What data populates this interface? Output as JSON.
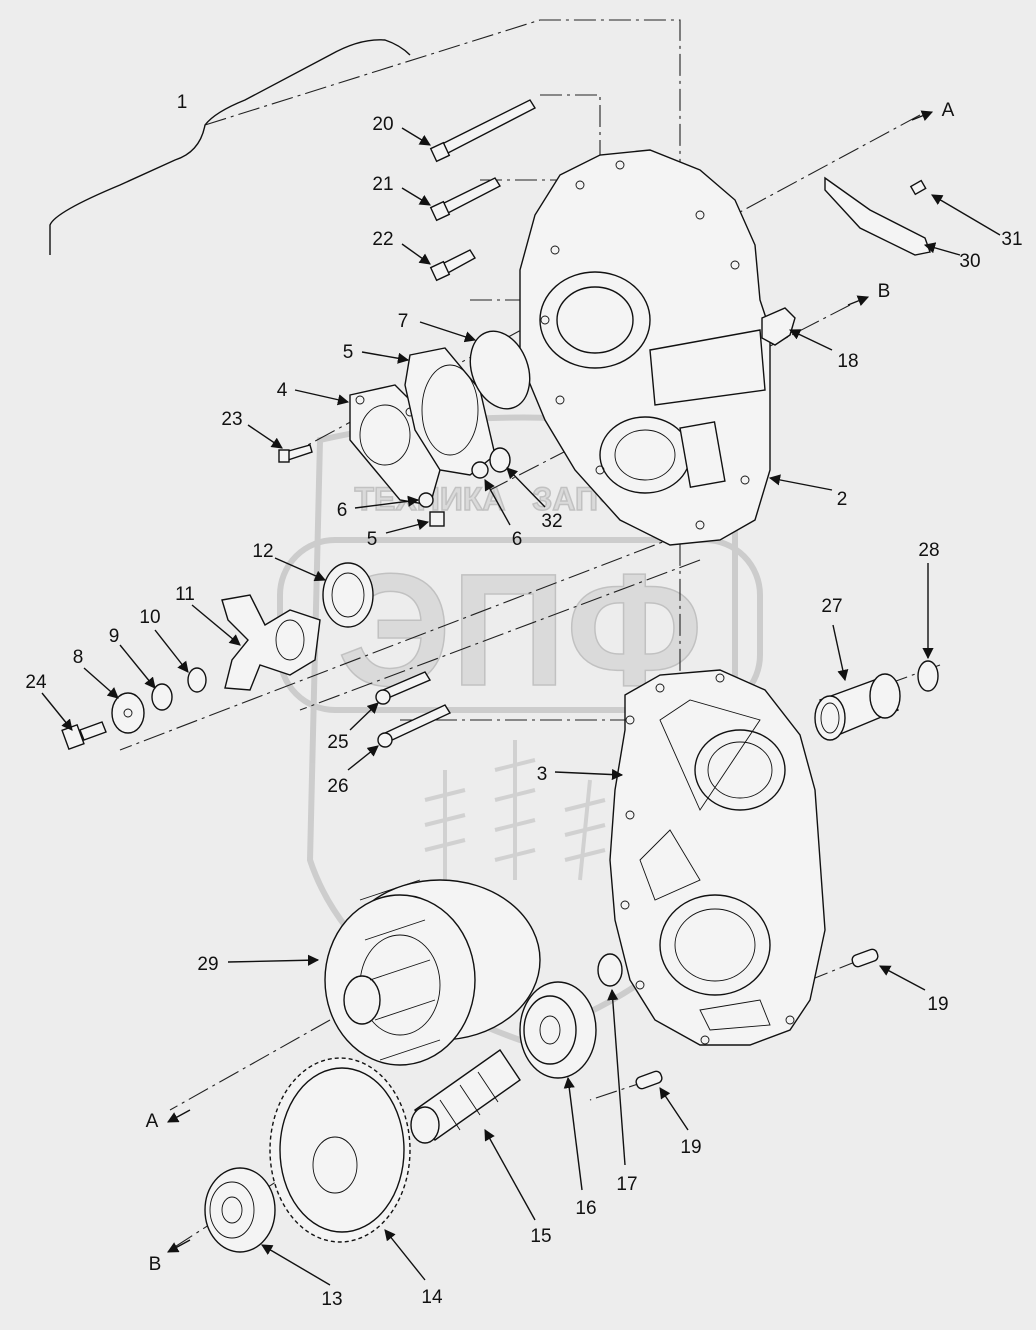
{
  "watermark": {
    "brand": "ЭПФ",
    "tagline_left": "ТЕХНИКА",
    "tagline_right": "ЗАПЧАСТИ"
  },
  "callouts": {
    "c1": "1",
    "c2": "2",
    "c3": "3",
    "c4": "4",
    "c5a": "5",
    "c5b": "5",
    "c6a": "6",
    "c6b": "6",
    "c7": "7",
    "c8": "8",
    "c9": "9",
    "c10": "10",
    "c11": "11",
    "c12": "12",
    "c13": "13",
    "c14": "14",
    "c15": "15",
    "c16": "16",
    "c17": "17",
    "c18": "18",
    "c19a": "19",
    "c19b": "19",
    "c20": "20",
    "c21": "21",
    "c22": "22",
    "c23": "23",
    "c24": "24",
    "c25": "25",
    "c26": "26",
    "c27": "27",
    "c28": "28",
    "c29": "29",
    "c30": "30",
    "c31": "31",
    "c32": "32"
  },
  "axis_markers": {
    "a_top": "A",
    "b_top": "B",
    "a_bottom": "A",
    "b_bottom": "B"
  }
}
